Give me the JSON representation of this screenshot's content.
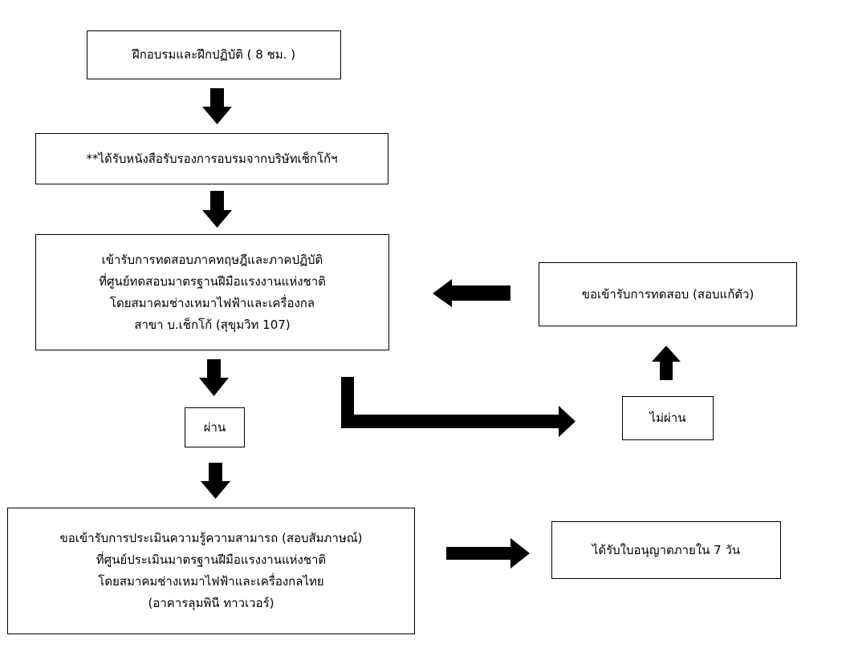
{
  "steps": {
    "training": "ฝึกอบรมและฝึกปฏิบัติ ( 8 ชม. )",
    "certificate": "**ได้รับหนังสือรับรองการอบรมจากบริษัทเช็กโก้ฯ",
    "test_lines": [
      "เข้ารับการทดสอบภาคทฤษฎีและภาคปฏิบัติ",
      "ที่ศูนย์ทดสอบมาตรฐานฝีมือแรงงานแห่งชาติ",
      "โดยสมาคมช่างเหมาไฟฟ้าและเครื่องกล",
      "สาขา บ.เช็กโก้ (สุขุมวิท 107)"
    ],
    "pass": "ผ่าน",
    "fail": "ไม่ผ่าน",
    "retest": "ขอเข้ารับการทดสอบ (สอบแก้ตัว)",
    "assessment_lines": [
      "ขอเข้ารับการประเมินความรู้ความสามารถ (สอบสัมภาษณ์)",
      "ที่ศูนย์ประเมินมาตรฐานฝีมือแรงงานแห่งชาติ",
      "โดยสมาคมช่างเหมาไฟฟ้าและเครื่องกลไทย",
      "(อาคารลุมพินี ทาวเวอร์)"
    ],
    "license": "ได้รับใบอนุญาตภายใน 7 วัน"
  },
  "colors": {
    "line": "#000000",
    "background": "#ffffff"
  }
}
